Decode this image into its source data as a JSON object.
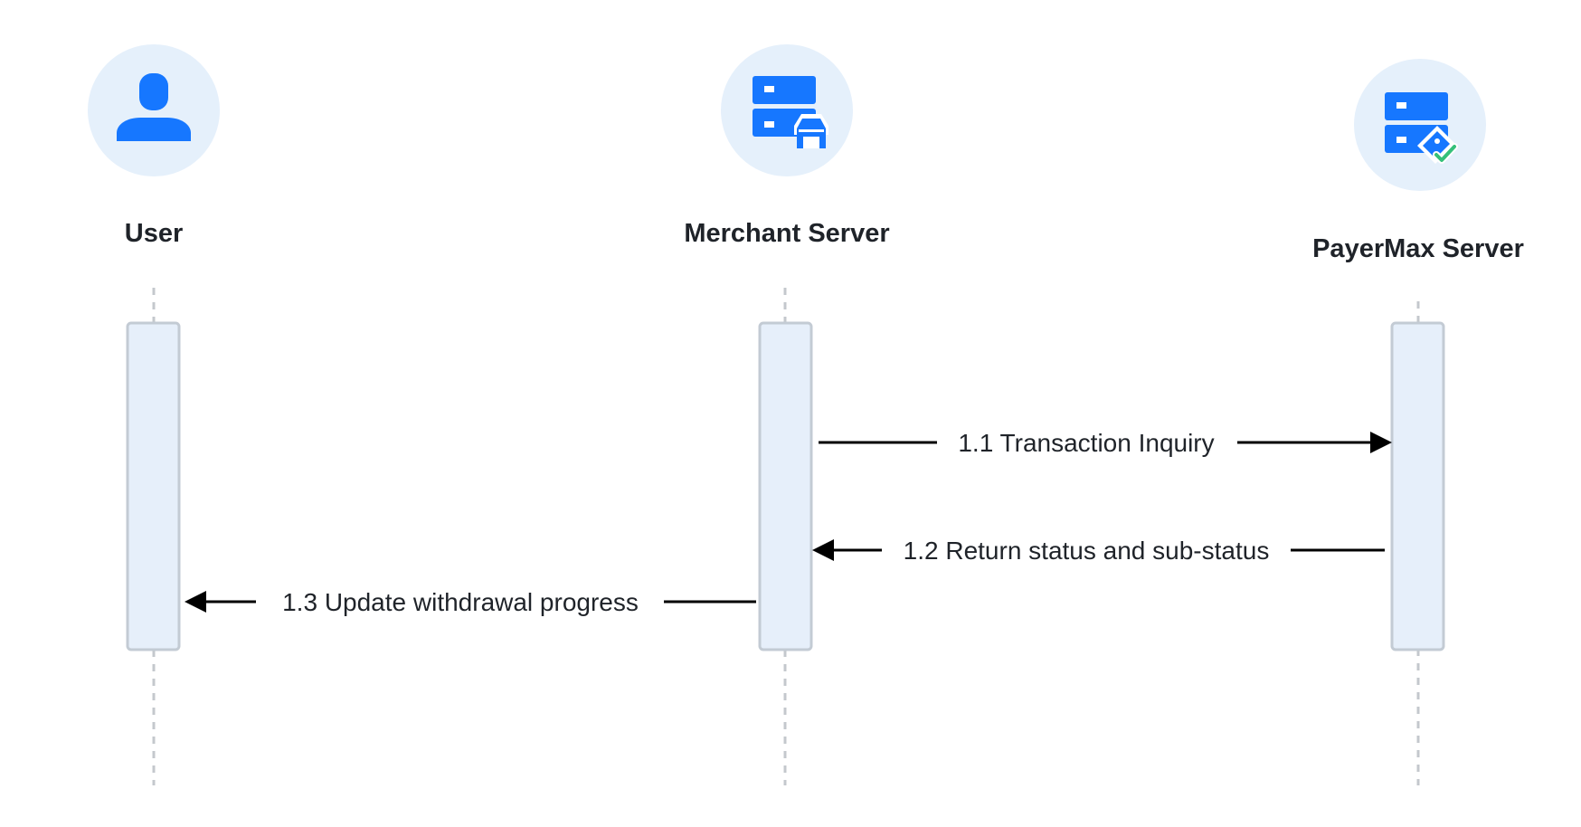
{
  "colors": {
    "icon_circle": "#e5f0fb",
    "icon_blue": "#1677ff",
    "icon_green": "#35c07a",
    "activation_fill": "#e6effa",
    "activation_stroke": "#c3cbd4",
    "lifeline": "#c4c8cd",
    "arrow": "#000000",
    "text": "#1f2329"
  },
  "actors": [
    {
      "id": "user",
      "label": "User",
      "icon": "user-icon"
    },
    {
      "id": "merchant",
      "label": "Merchant Server",
      "icon": "merchant-server-icon"
    },
    {
      "id": "payermax",
      "label": "PayerMax Server",
      "icon": "payermax-server-icon"
    }
  ],
  "messages": [
    {
      "id": "m1",
      "from": "merchant",
      "to": "payermax",
      "label": "1.1 Transaction Inquiry"
    },
    {
      "id": "m2",
      "from": "payermax",
      "to": "merchant",
      "label": "1.2 Return status and sub-status"
    },
    {
      "id": "m3",
      "from": "merchant",
      "to": "user",
      "label": "1.3 Update withdrawal progress"
    }
  ]
}
